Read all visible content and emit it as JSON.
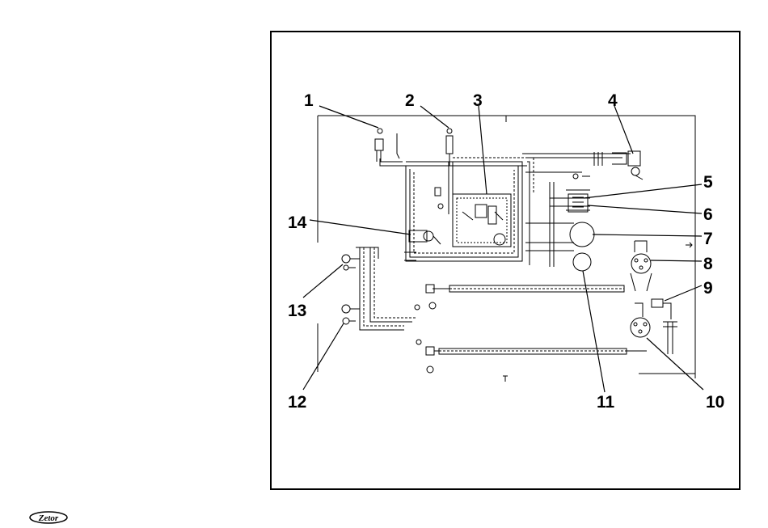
{
  "diagram": {
    "callouts": [
      {
        "id": "1",
        "label": "1"
      },
      {
        "id": "2",
        "label": "2"
      },
      {
        "id": "3",
        "label": "3"
      },
      {
        "id": "4",
        "label": "4"
      },
      {
        "id": "5",
        "label": "5"
      },
      {
        "id": "6",
        "label": "6"
      },
      {
        "id": "7",
        "label": "7"
      },
      {
        "id": "8",
        "label": "8"
      },
      {
        "id": "9",
        "label": "9"
      },
      {
        "id": "10",
        "label": "10"
      },
      {
        "id": "11",
        "label": "11"
      },
      {
        "id": "12",
        "label": "12"
      },
      {
        "id": "13",
        "label": "13"
      },
      {
        "id": "14",
        "label": "14"
      }
    ]
  },
  "footer": {
    "logo_text": "Zetor",
    "logo_color": "#000000"
  }
}
